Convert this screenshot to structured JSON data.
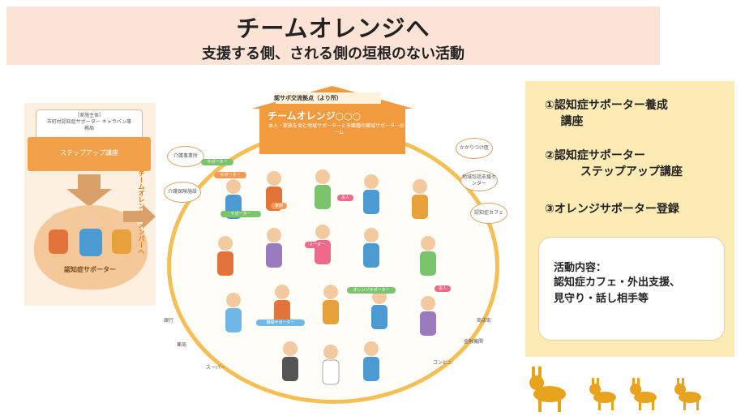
{
  "header": {
    "title": "チームオレンジへ",
    "subtitle": "支援する側、される側の垣根のない活動"
  },
  "left_panel": {
    "org_tag": "［実施主体］",
    "org_name": "市町村認知症サポーター キャラバン事務局",
    "stepup_label": "ステップアップ講座",
    "supporter_label": "認知症サポーター",
    "vertical_text": "チームオレンジのメンバーへ"
  },
  "diagram": {
    "house_label": "認サポ交流拠点（より所）",
    "house_title": "チームオレンジ○○○",
    "house_desc": "本人・家族を含む地域サポーターと多職種の職域サポーターのチーム",
    "bubbles": [
      "介護事業所",
      "地域包括支援センター",
      "認知症カフェ",
      "かかりつけ医",
      "介護保険施設"
    ],
    "chips": [
      "サポーター",
      "サポーター",
      "家族",
      "本人",
      "リーダー",
      "サポーター",
      "本人",
      "職域サポーター",
      "オレンジサポーター"
    ],
    "bottom_labels": [
      "銀行",
      "薬局",
      "スーパー",
      "コンビニ",
      "金融機関",
      "商店街"
    ]
  },
  "right_panel": {
    "item1": "①認知症サポーター養成\n    講座",
    "item2": "②認知症サポーター\n         ステップアップ講座",
    "item3": "③オレンジサポーター登録",
    "activity_title": "活動内容：",
    "activity_body": "認知症カフェ・外出支援、\n見守り・話し相手等"
  },
  "colors": {
    "header_bg": "#fbe3d6",
    "panel_bg": "#fcebb4",
    "ring": "#f6bf55",
    "accent_orange": "#f2a04a"
  }
}
